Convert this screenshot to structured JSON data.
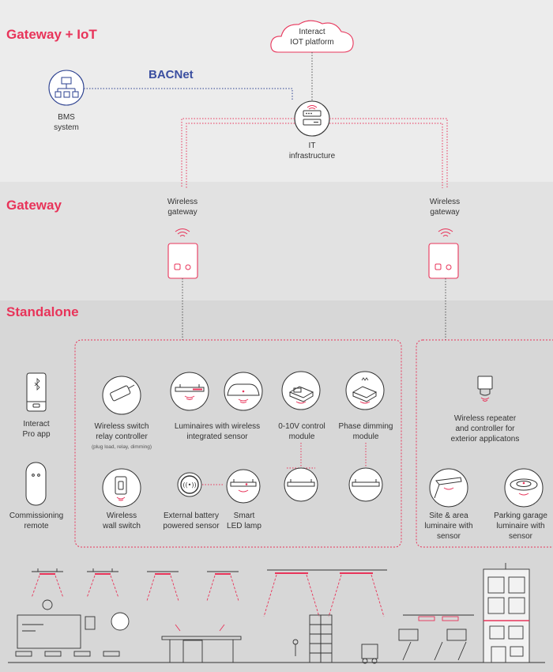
{
  "sections": {
    "gateway_iot": "Gateway + IoT",
    "gateway": "Gateway",
    "standalone": "Standalone"
  },
  "cloud_label": [
    "Interact",
    "IOT platform"
  ],
  "bacnet": "BACNet",
  "bms_label": [
    "BMS",
    "system"
  ],
  "it_label": [
    "IT",
    "infrastructure"
  ],
  "wireless_gateway_left": [
    "Wireless",
    "gateway"
  ],
  "wireless_gateway_right": [
    "Wireless",
    "gateway"
  ],
  "devices": {
    "interact_app": [
      "Interact",
      "Pro app"
    ],
    "commissioning_remote": [
      "Commissioning",
      "remote"
    ],
    "switch_relay": [
      "Wireless switch",
      "relay controller"
    ],
    "switch_relay_note": "(plug load, relay, dimming)",
    "luminaires_sensor": [
      "Luminaires with wireless",
      "integrated sensor"
    ],
    "control_0_10v": [
      "0-10V control",
      "module"
    ],
    "phase_dimming": [
      "Phase dimming",
      "module"
    ],
    "wall_switch": [
      "Wireless",
      "wall switch"
    ],
    "battery_sensor": [
      "External battery",
      "powered sensor"
    ],
    "smart_lamp": [
      "Smart",
      "LED lamp"
    ],
    "repeater": [
      "Wireless repeater",
      "and controller for",
      "exterior applicatons"
    ],
    "site_area": [
      "Site & area",
      "luminaire with",
      "sensor"
    ],
    "parking_garage": [
      "Parking garage",
      "luminaire with",
      "sensor"
    ]
  },
  "colors": {
    "accent": "#e8345a",
    "navy": "#2a3f8f",
    "line": "#444444",
    "band_top": "#ececec",
    "band_mid": "#e2e2e2",
    "band_low": "#d7d7d7"
  }
}
